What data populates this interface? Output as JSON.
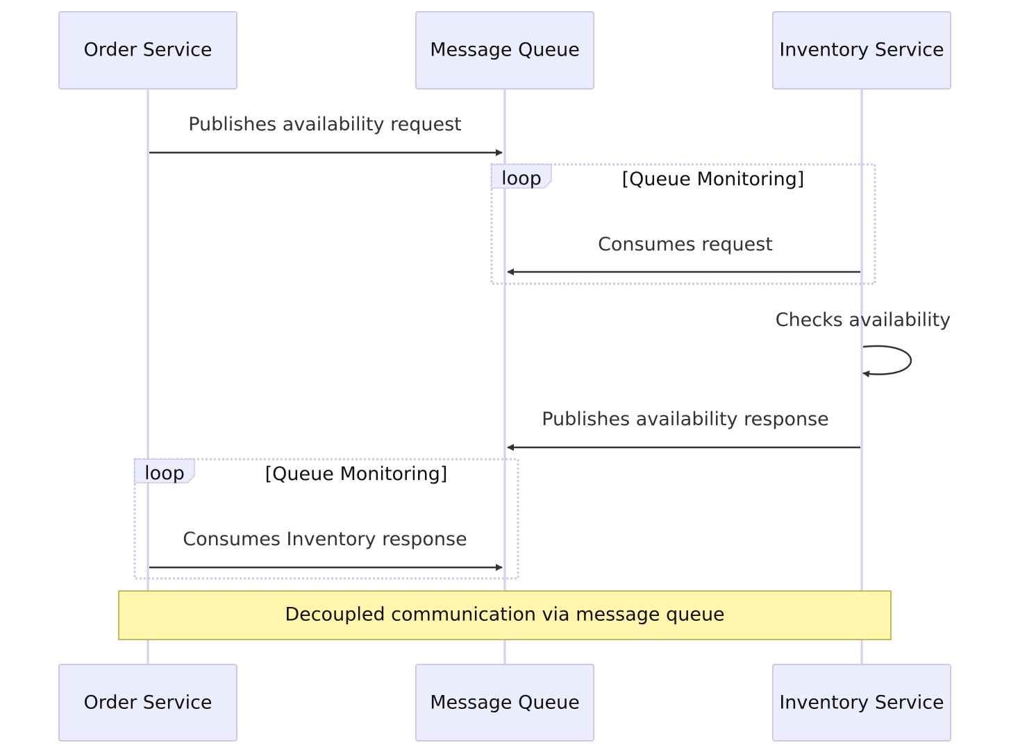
{
  "actors": {
    "order": "Order Service",
    "queue": "Message Queue",
    "inventory": "Inventory Service"
  },
  "messages": {
    "publish_request": "Publishes availability request",
    "consume_request": "Consumes request",
    "check_availability": "Checks availability",
    "publish_response": "Publishes availability response",
    "consume_response": "Consumes Inventory response"
  },
  "loops": {
    "first": {
      "keyword": "loop",
      "condition": "[Queue Monitoring]"
    },
    "second": {
      "keyword": "loop",
      "condition": "[Queue Monitoring]"
    }
  },
  "note": "Decoupled communication via message queue",
  "colors": {
    "actor_fill": "#ECECFF",
    "actor_stroke": "#D2C5EA",
    "lifeline": "#D9CCEE",
    "arrow": "#333333",
    "loop_stroke": "#CFC6EE",
    "note_fill": "#FFF5AD",
    "note_stroke": "#AAAA33"
  }
}
